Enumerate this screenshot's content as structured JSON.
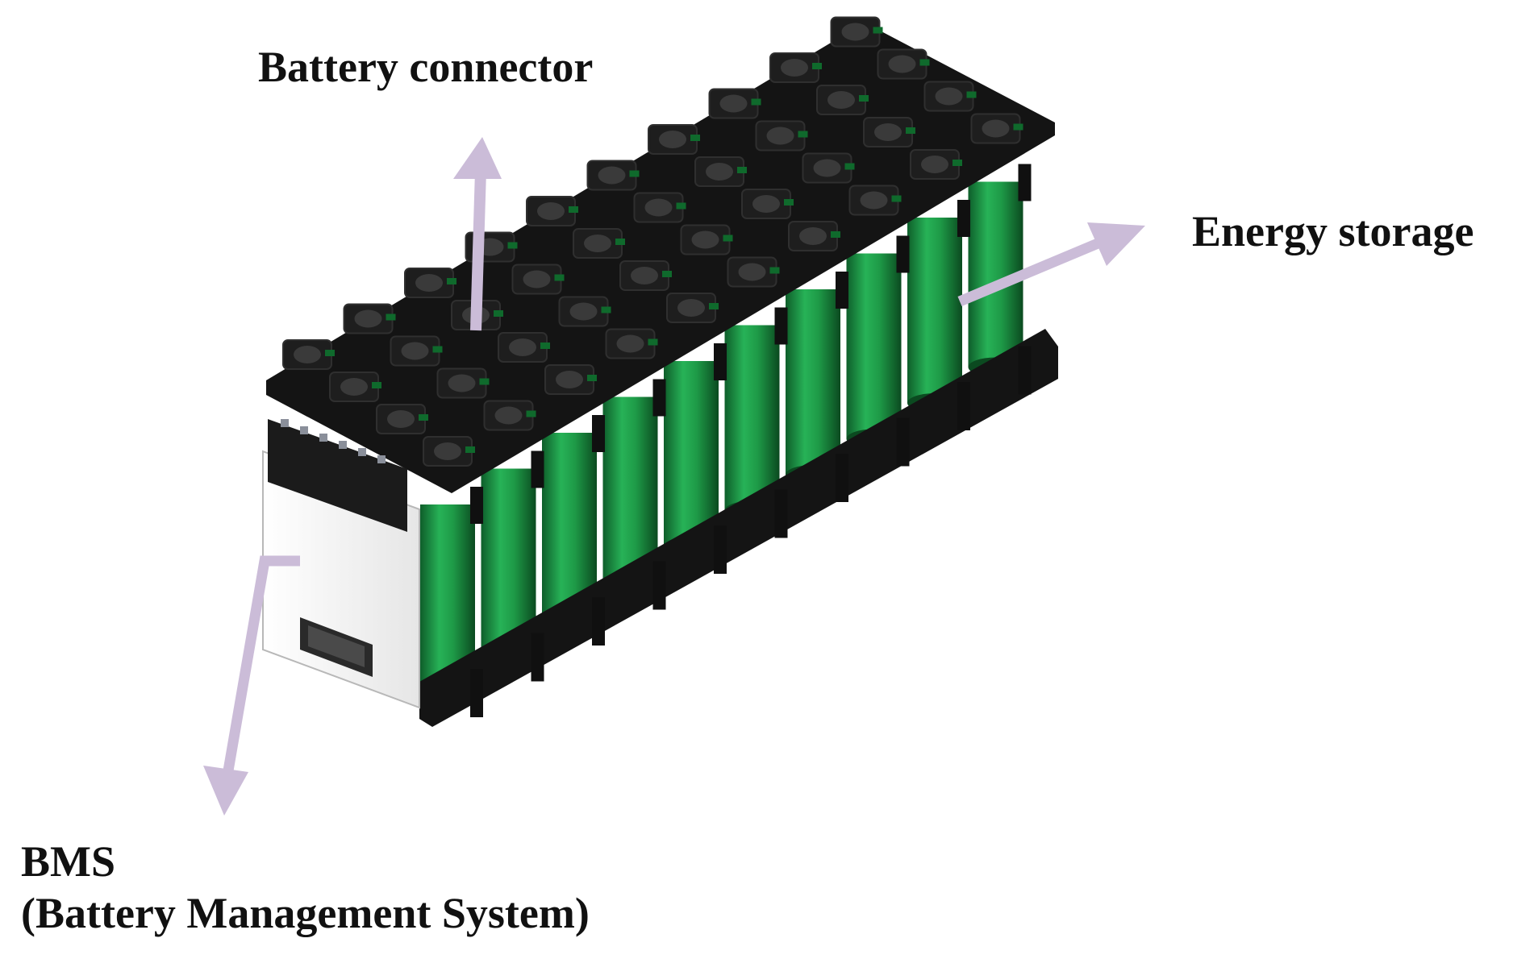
{
  "labels": {
    "battery_connector": "Battery connector",
    "energy_storage": "Energy storage",
    "bms_line1": "BMS",
    "bms_line2": "(Battery Management System)"
  },
  "colors": {
    "cell_green": "#22a24a",
    "holder_black": "#1a1a1a",
    "arrow_lavender": "#cbbcd8",
    "bms_board": "#f4f4f4"
  }
}
